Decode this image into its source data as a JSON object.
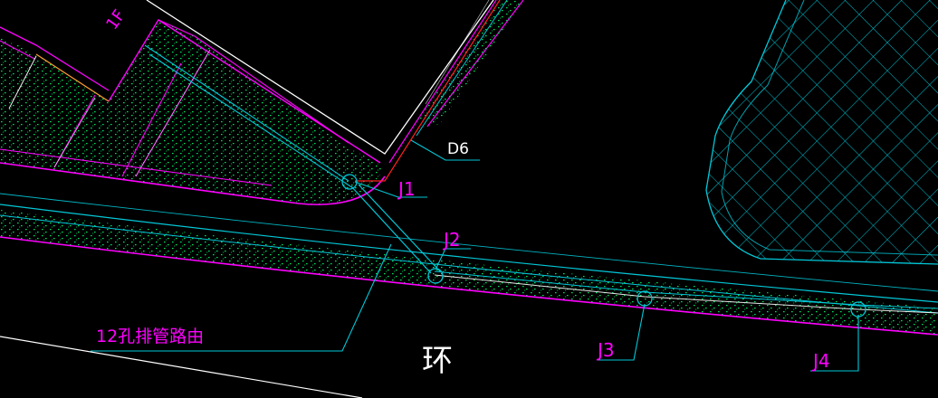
{
  "labels": {
    "floor_tag": "1F",
    "duct_tag": "D6",
    "junctions": [
      "J1",
      "J2",
      "J3",
      "J4"
    ],
    "route_note": "12孔排管路由",
    "road_char": "环"
  },
  "colors": {
    "background": "#000000",
    "magenta": "#ff00ff",
    "cyan": "#00c8d8",
    "white": "#ffffff",
    "red": "#ff2020",
    "hatch_green": "#00ff66"
  }
}
